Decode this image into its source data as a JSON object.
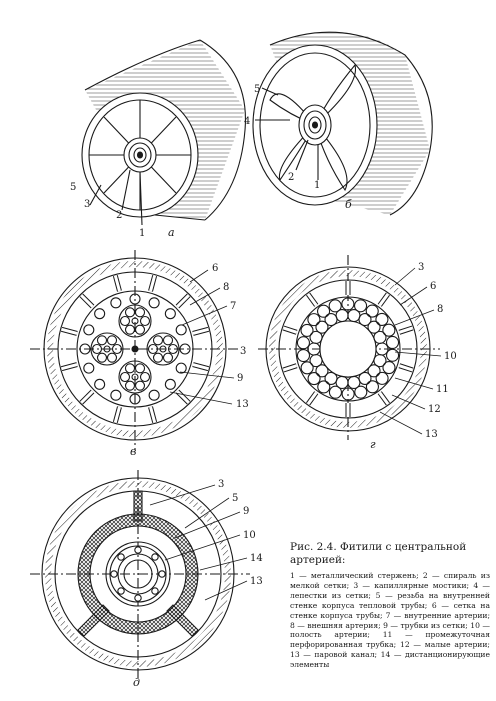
{
  "figure": {
    "panels": [
      {
        "letter": "а",
        "labels": [
          "5",
          "3",
          "2",
          "1"
        ]
      },
      {
        "letter": "б",
        "labels": [
          "5",
          "4",
          "2",
          "1"
        ]
      },
      {
        "letter": "в",
        "labels": [
          "6",
          "8",
          "7",
          "3",
          "9",
          "13"
        ]
      },
      {
        "letter": "г",
        "labels": [
          "3",
          "6",
          "8",
          "10",
          "11",
          "12",
          "13"
        ]
      },
      {
        "letter": "д",
        "labels": [
          "3",
          "5",
          "9",
          "10",
          "14",
          "13"
        ]
      }
    ]
  },
  "caption": {
    "title": "Рис. 2.4. Фитили с центральной артерией:",
    "text": "1 — металлический стержень; 2 — спираль из мелкой сетки; 3 — капиллярные мостики; 4 — лепестки из сетки; 5 — резьба на внутренней стенке корпуса тепловой трубы; 6 — сетка на стенке корпуса трубы; 7 — внутренние артерии; 8 — внешняя артерия; 9 — трубки из сетки; 10 — полость артерии; 11 — промежуточная перфорированная трубка; 12 — малые артерии; 13 — паровой канал; 14 — дистанционирующие элементы"
  }
}
